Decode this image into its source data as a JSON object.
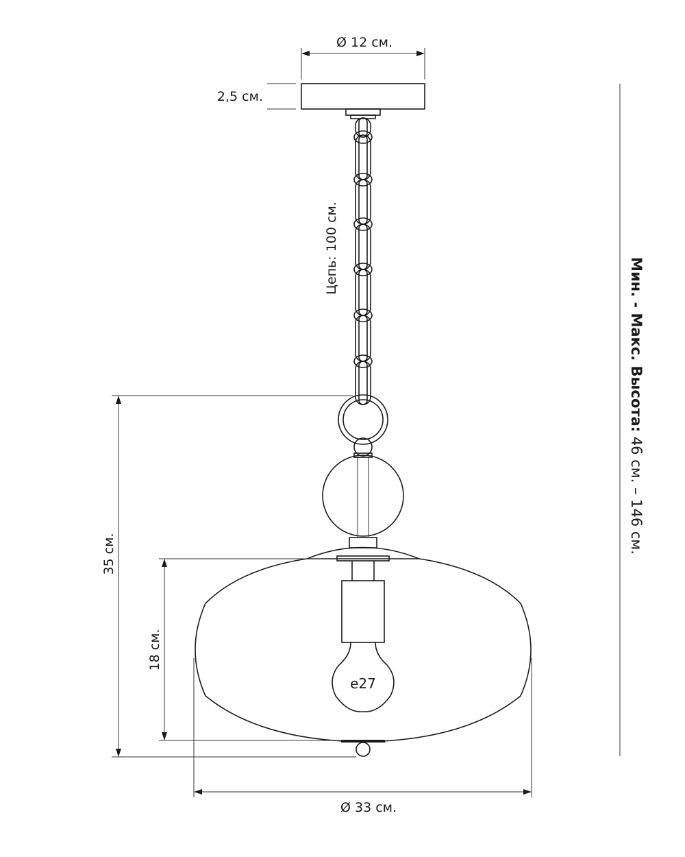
{
  "drawing": {
    "canopy_diameter": "Ø 12 см.",
    "canopy_height": "2,5 см.",
    "chain_length": "Цепь: 100 см.",
    "body_height": "35 см.",
    "shade_height": "18 см.",
    "shade_diameter": "Ø 33 см.",
    "socket_label": "e27",
    "height_range_label": "Мин. - Макс. Высота:",
    "height_range_value": " 46 см. – 146 см.",
    "line_color": "#1a1a1a"
  }
}
